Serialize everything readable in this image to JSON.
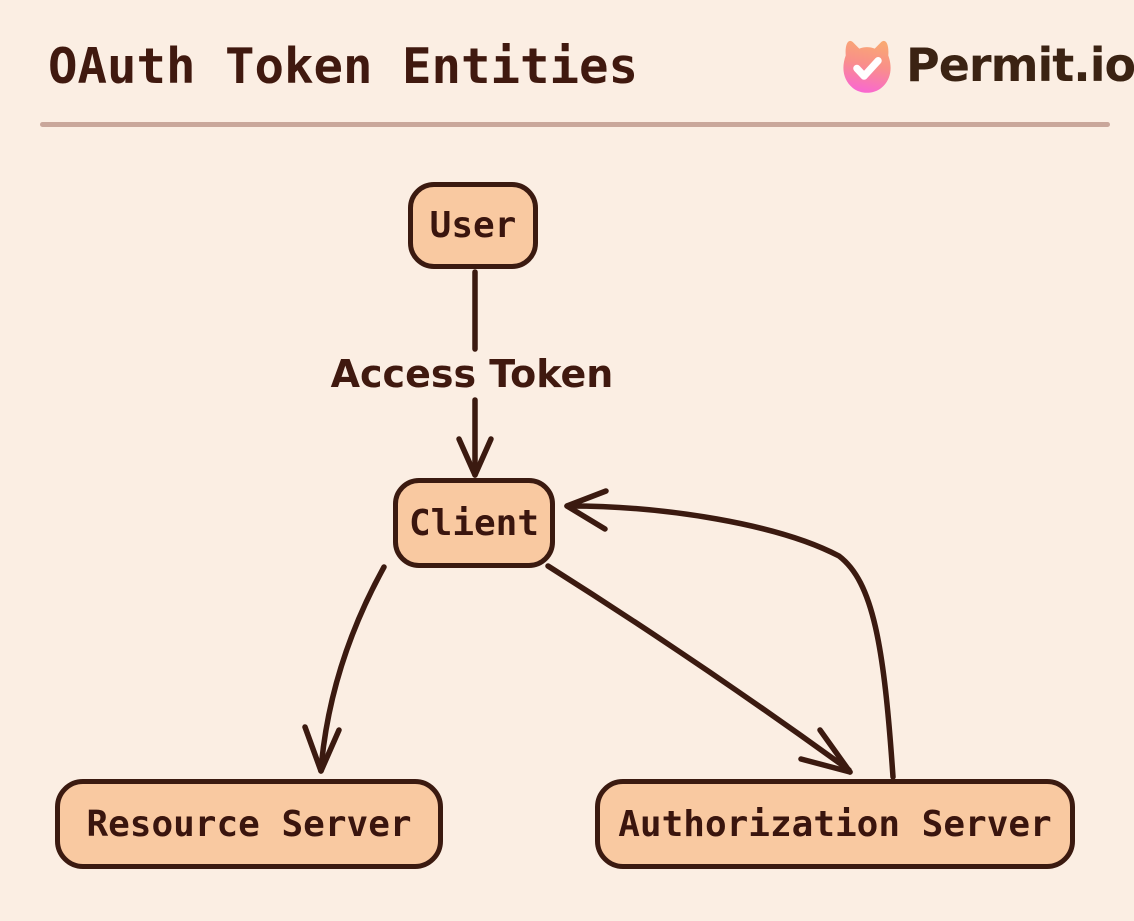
{
  "header": {
    "title": "OAuth Token Entities",
    "brand": "Permit.io"
  },
  "diagram": {
    "nodes": [
      {
        "id": "user",
        "label": "User"
      },
      {
        "id": "client",
        "label": "Client"
      },
      {
        "id": "resource-server",
        "label": "Resource Server"
      },
      {
        "id": "authorization-server",
        "label": "Authorization Server"
      }
    ],
    "edges": [
      {
        "from": "user",
        "to": "client",
        "label": "Access Token"
      },
      {
        "from": "client",
        "to": "resource-server"
      },
      {
        "from": "client",
        "to": "authorization-server"
      },
      {
        "from": "authorization-server",
        "to": "client"
      }
    ]
  },
  "colors": {
    "background": "#fbeee3",
    "node_fill": "#f9c9a1",
    "stroke": "#3b1a10",
    "title_text": "#40190f",
    "divider": "#c9a79b",
    "logo_gradient_top": "#f9a873",
    "logo_gradient_bottom": "#f966d4",
    "logo_check": "#ffffff"
  }
}
